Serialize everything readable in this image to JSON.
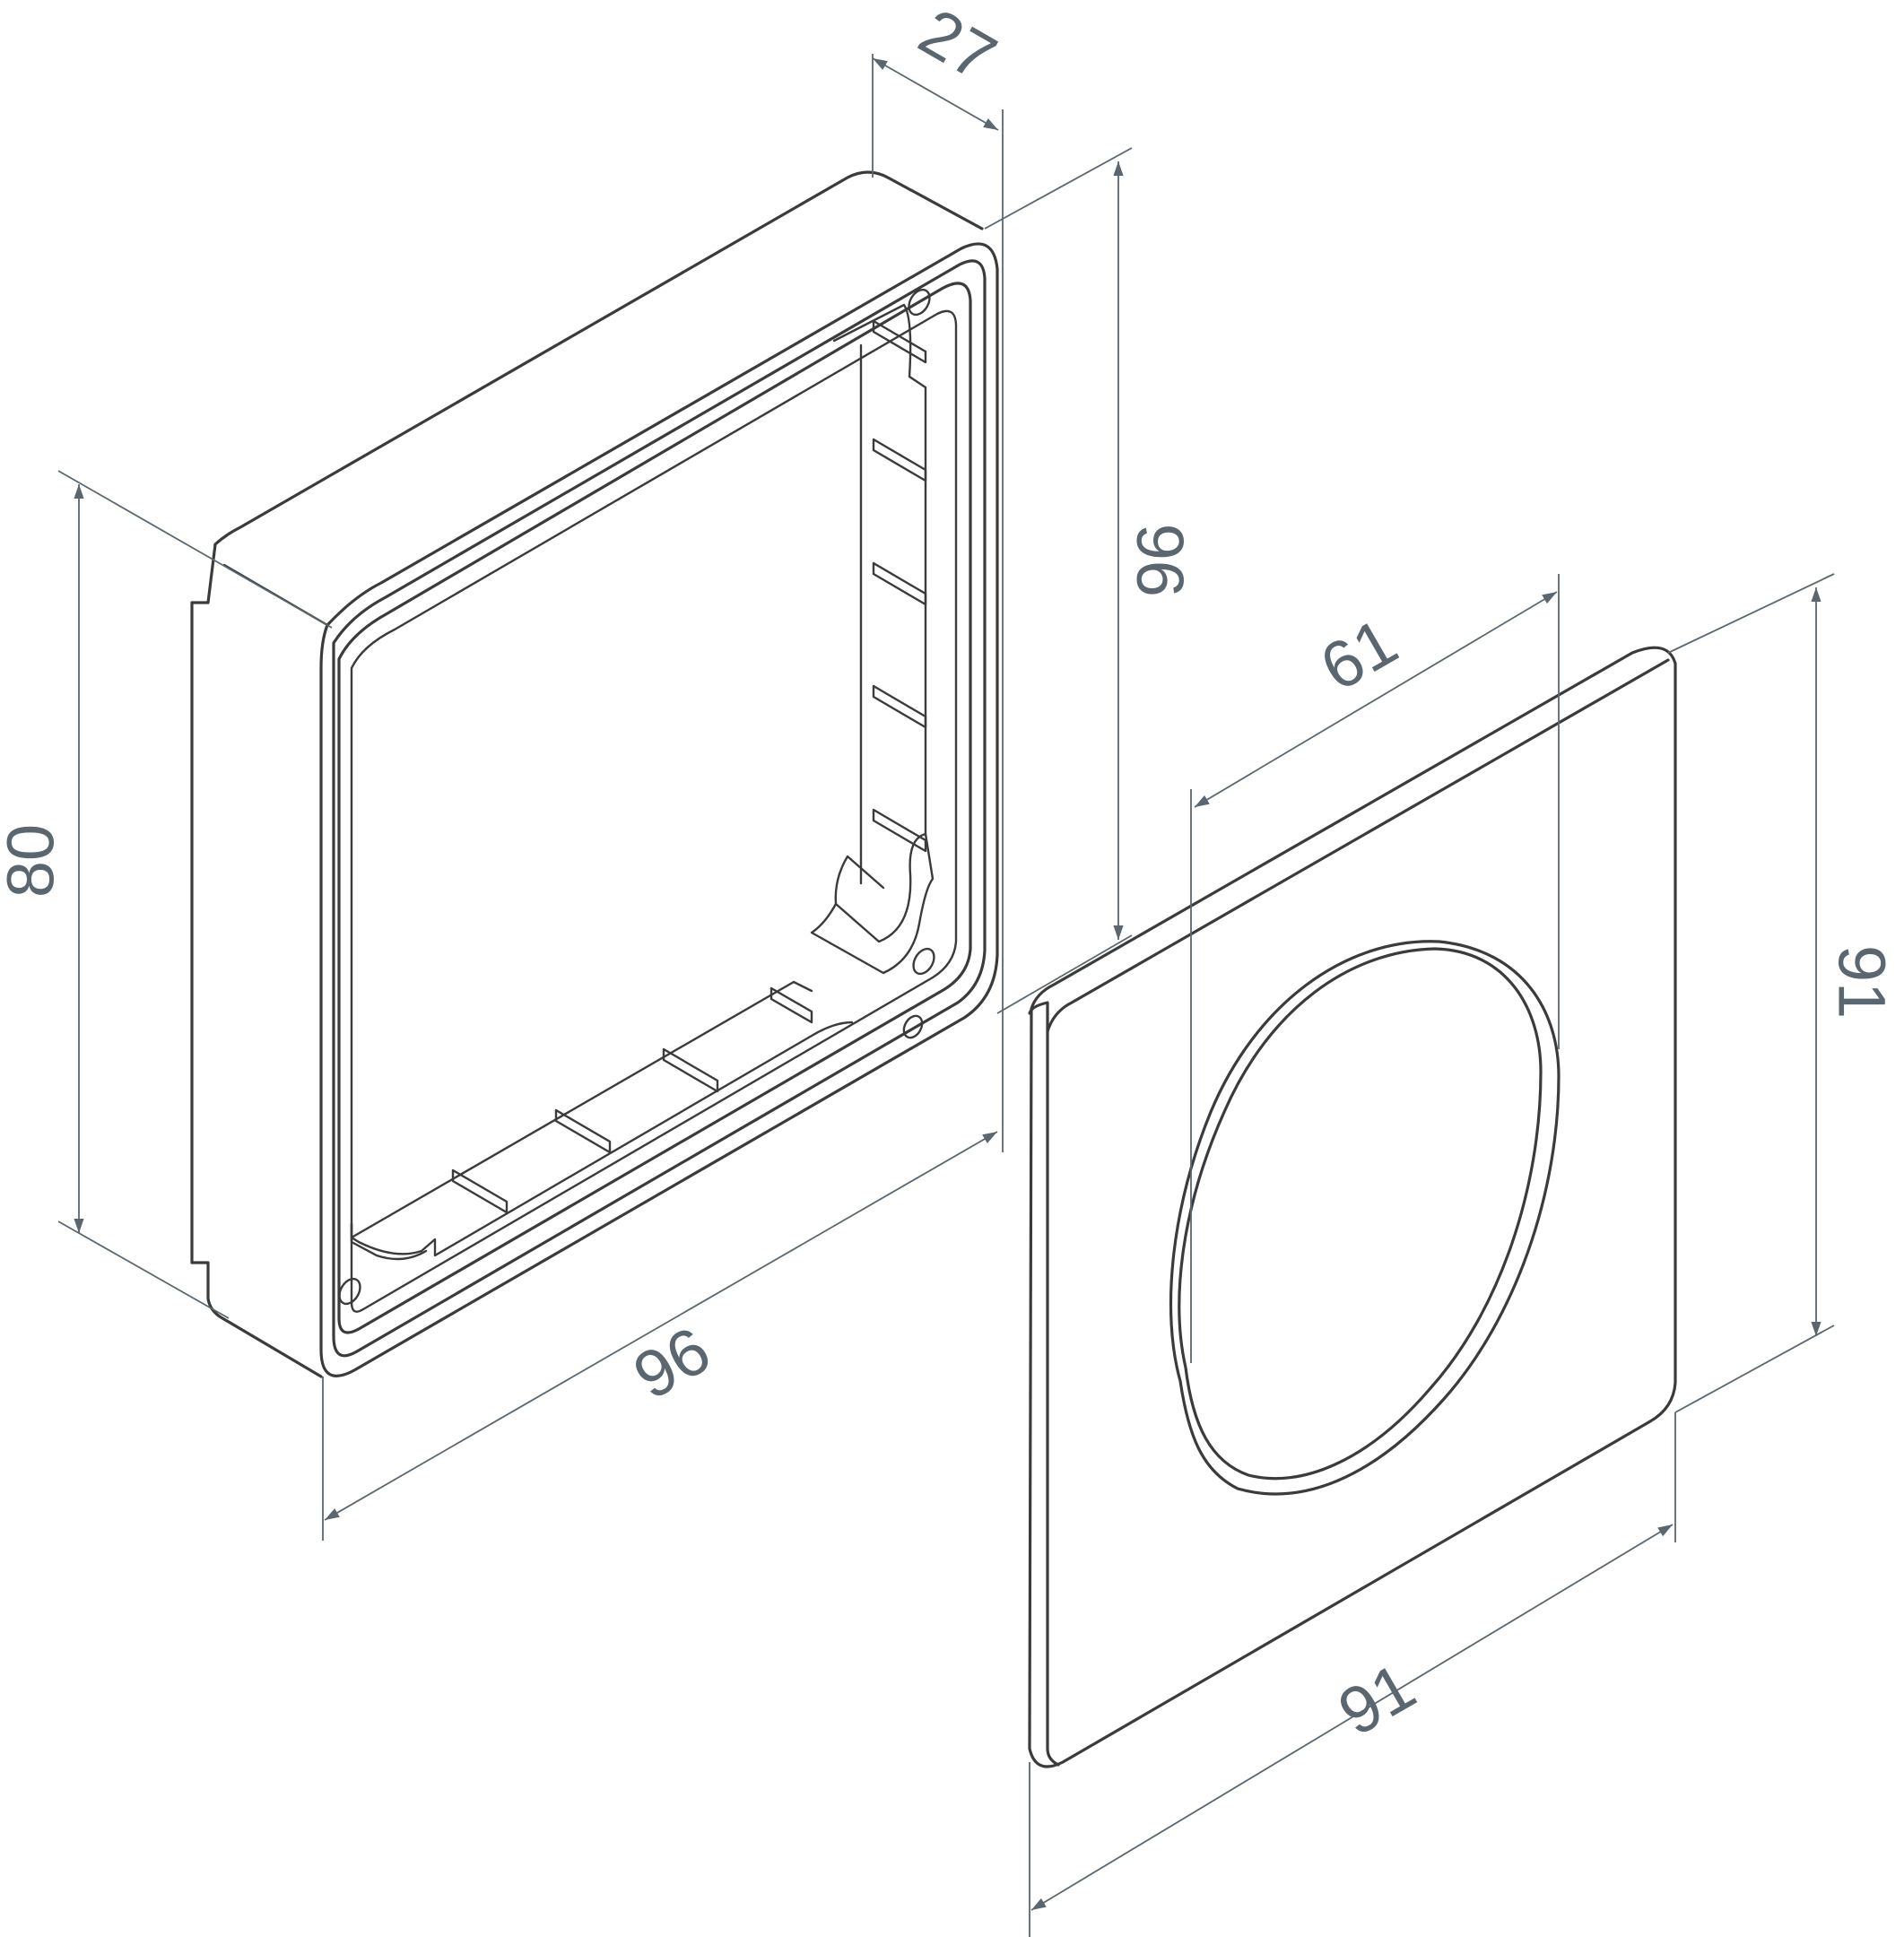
{
  "drawing": {
    "components": {
      "box": {
        "name": "box"
      },
      "cover": {
        "name": "cover"
      }
    },
    "dimensions": {
      "box_depth": {
        "label": "27",
        "unit": ""
      },
      "box_height": {
        "label": "80",
        "unit": ""
      },
      "box_outer_height": {
        "label": "96",
        "unit": ""
      },
      "box_width": {
        "label": "96",
        "unit": ""
      },
      "cover_height": {
        "label": "91",
        "unit": ""
      },
      "cover_width": {
        "label": "91",
        "unit": ""
      },
      "cutout_diameter": {
        "label": "61",
        "unit": ""
      }
    },
    "colors": {
      "outline": "#3b3b3b",
      "dimension": "#5b6770",
      "background": "#ffffff"
    }
  }
}
